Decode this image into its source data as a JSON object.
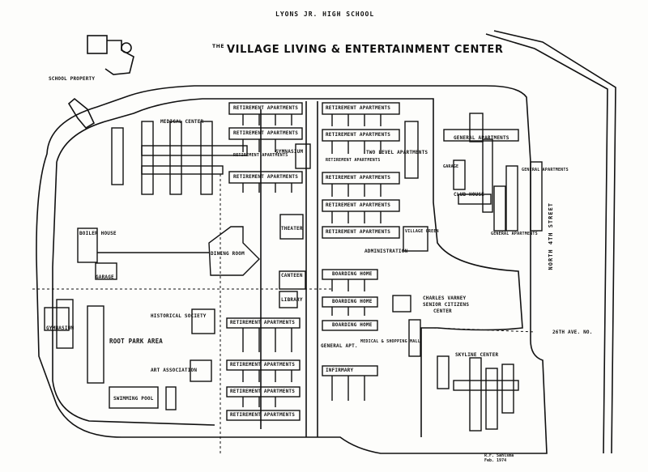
{
  "title_top": "LYONS JR. HIGH SCHOOL",
  "title_prefix": "THE",
  "title_main": "VILLAGE LIVING & ENTERTAINMENT CENTER",
  "labels": {
    "school_property": "SCHOOL PROPERTY",
    "medical_center": "MEDICAL CENTER",
    "gymnasium": "GYMNASIUM",
    "theater": "THEATER",
    "boiler_house": "BOILER HOUSE",
    "garage": "GARAGE",
    "dining_room": "DINING ROOM",
    "canteen": "CANTEEN",
    "library": "LIBRARY",
    "administration": "ADMINISTRATION",
    "village_green": "VILLAGE GREEN",
    "two_level_apartments": "TWO LEVEL APARTMENTS",
    "general_apartments_1": "GENERAL APARTMENTS",
    "general_apartments_2": "GENERAL APARTMENTS",
    "general_apartments_3": "GENERAL APARTMENTS",
    "garage_east": "GARAGE",
    "club_house": "CLUB HOUSE",
    "charles_varney": "CHARLES VARNEY",
    "senior_citizens": "SENIOR CITIZENS",
    "center": "CENTER",
    "historical_society": "HISTORICAL SOCIETY",
    "gymnasium_west": "GYMNASIUM",
    "root_park_area": "ROOT PARK AREA",
    "art_association": "ART ASSOCIATION",
    "swimming_pool": "SWIMMING POOL",
    "general_apt": "GENERAL APT.",
    "medical_shopping_mall": "MEDICAL & SHOPPING MALL",
    "infirmary": "INFIRMARY",
    "skyline_center": "SKYLINE CENTER",
    "north_4th_street": "NORTH 4TH STREET",
    "avenue_26th": "26TH AVE. NO.",
    "boarding_home_1": "BOARDING HOME",
    "boarding_home_2": "BOARDING HOME",
    "boarding_home_3": "BOARDING HOME"
  },
  "retirement_apartments": [
    "RETIREMENT APARTMENTS",
    "RETIREMENT APARTMENTS",
    "RETIREMENT APARTMENTS",
    "RETIREMENT APARTMENTS",
    "RETIREMENT APARTMENTS",
    "RETIREMENT APARTMENTS",
    "RETIREMENT APARTMENTS",
    "RETIREMENT APARTMENTS",
    "RETIREMENT APARTMENTS",
    "RETIREMENT APARTMENTS",
    "RETIREMENT APARTMENTS",
    "RETIREMENT APARTMENTS",
    "RETIREMENT APARTMENTS",
    "RETIREMENT APARTMENTS"
  ],
  "credit_line1": "R.F. Sahlsma",
  "credit_line2": "Feb. 1974",
  "ink_color": "#111111",
  "paper_color": "#fdfdfb"
}
